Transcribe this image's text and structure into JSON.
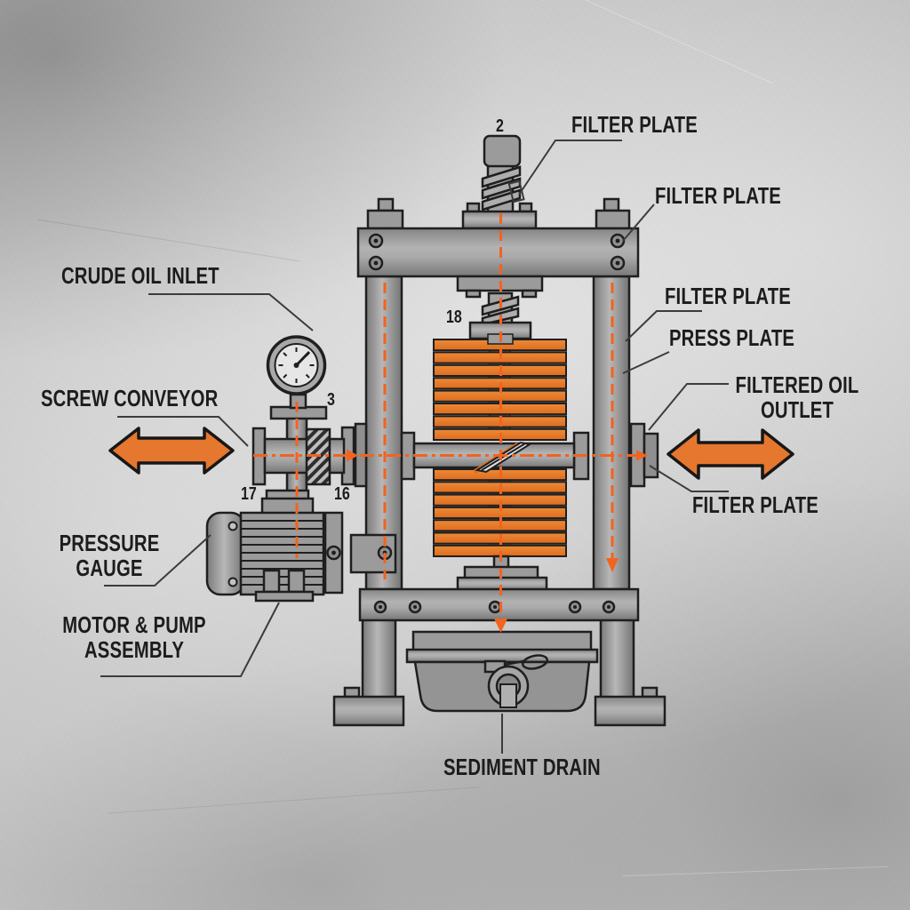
{
  "figure": {
    "kind": "technical-diagram",
    "subject_labels_visible": true
  },
  "labels": {
    "filter_plate_1": "FILTER PLATE",
    "filter_plate_2": "FILTER PLATE",
    "filter_plate_3": "FILTER PLATE",
    "press_plate": "PRESS PLATE",
    "filtered_oil_outlet": "FILTERED OIL OUTLET",
    "filter_plate_4": "FILTER PLATE",
    "crude_oil_inlet": "CRUDE OIL INLET",
    "screw_conveyor": "SCREW CONVEYOR",
    "pressure_gauge": "PRESSURE GAUGE",
    "motor_pump_assembly": "MOTOR & PUMP ASSEMBLY",
    "sediment_drain": "SEDIMENT DRAIN"
  },
  "part_numbers": {
    "top_screw": "2",
    "gauge": "3",
    "ram_screw": "18",
    "pump_left": "17",
    "pump_right": "16"
  },
  "colors": {
    "accent_orange": "#e6772e",
    "flow_line_orange": "#f2631f",
    "metal_gray": "#9b9b9b",
    "outline": "#1f1f1f",
    "label_text": "#1c1c1c",
    "background": "#c2c2c2"
  }
}
